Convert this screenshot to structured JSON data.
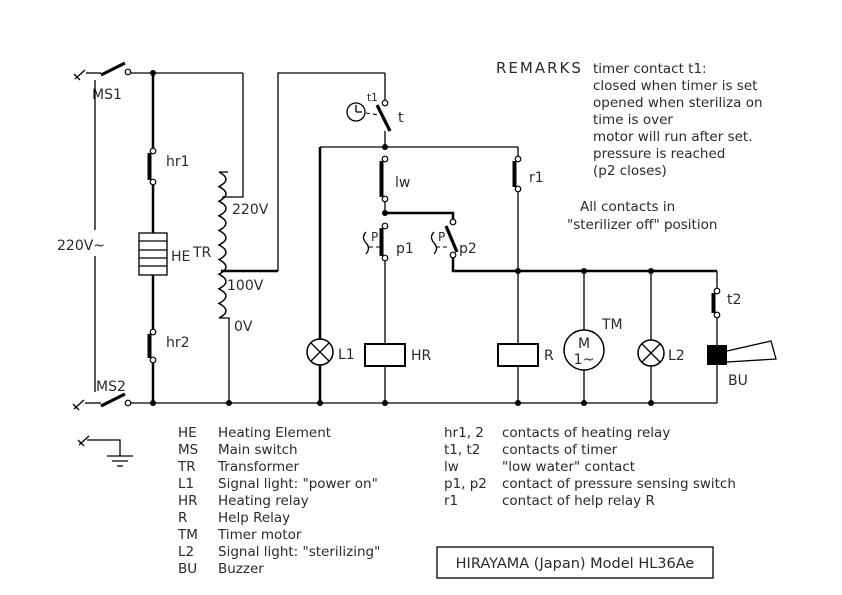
{
  "title_box": {
    "text": "HIRAYAMA (Japan) Model HL36Ae"
  },
  "remarks": {
    "heading": "REMARKS",
    "lines": [
      "timer contact t1:",
      "closed when timer is set",
      "opened when steriliza on",
      "time is over",
      "motor will run after set.",
      "pressure is reached",
      "(p2 closes)"
    ],
    "note_line1": "All contacts in",
    "note_line2": "\"sterilizer off\" position"
  },
  "labels": {
    "ms1": "MS1",
    "ms2": "MS2",
    "supply": "220V~",
    "tr": "TR",
    "tap220": "220V",
    "tap100": "100V",
    "tap0": "0V",
    "hr1": "hr1",
    "he": "HE",
    "hr2": "hr2",
    "t1_small": "t1",
    "t1": "t",
    "lw": "lw",
    "p_left": "P",
    "p1": "p1",
    "p_right": "P",
    "p2": "p2",
    "r1": "r1",
    "l1": "L1",
    "hr_coil": "HR",
    "r_coil": "R",
    "tm": "TM",
    "motor_m": "M",
    "motor_phase": "1~",
    "l2": "L2",
    "t2": "t2",
    "bu": "BU"
  },
  "legend_left": [
    {
      "key": "HE",
      "desc": "Heating Element"
    },
    {
      "key": "MS",
      "desc": "Main switch"
    },
    {
      "key": "TR",
      "desc": "Transformer"
    },
    {
      "key": "L1",
      "desc": "Signal light: \"power on\""
    },
    {
      "key": "HR",
      "desc": "Heating relay"
    },
    {
      "key": "R",
      "desc": "Help Relay"
    },
    {
      "key": "TM",
      "desc": "Timer motor"
    },
    {
      "key": "L2",
      "desc": "Signal light: \"sterilizing\""
    },
    {
      "key": "BU",
      "desc": "Buzzer"
    }
  ],
  "legend_right": [
    {
      "key": "hr1, 2",
      "desc": "contacts of heating relay"
    },
    {
      "key": "t1, t2",
      "desc": "contacts of timer"
    },
    {
      "key": "lw",
      "desc": "\"low water\" contact"
    },
    {
      "key": "p1, p2",
      "desc": "contact of pressure sensing switch"
    },
    {
      "key": "r1",
      "desc": "contact of help relay R"
    }
  ]
}
